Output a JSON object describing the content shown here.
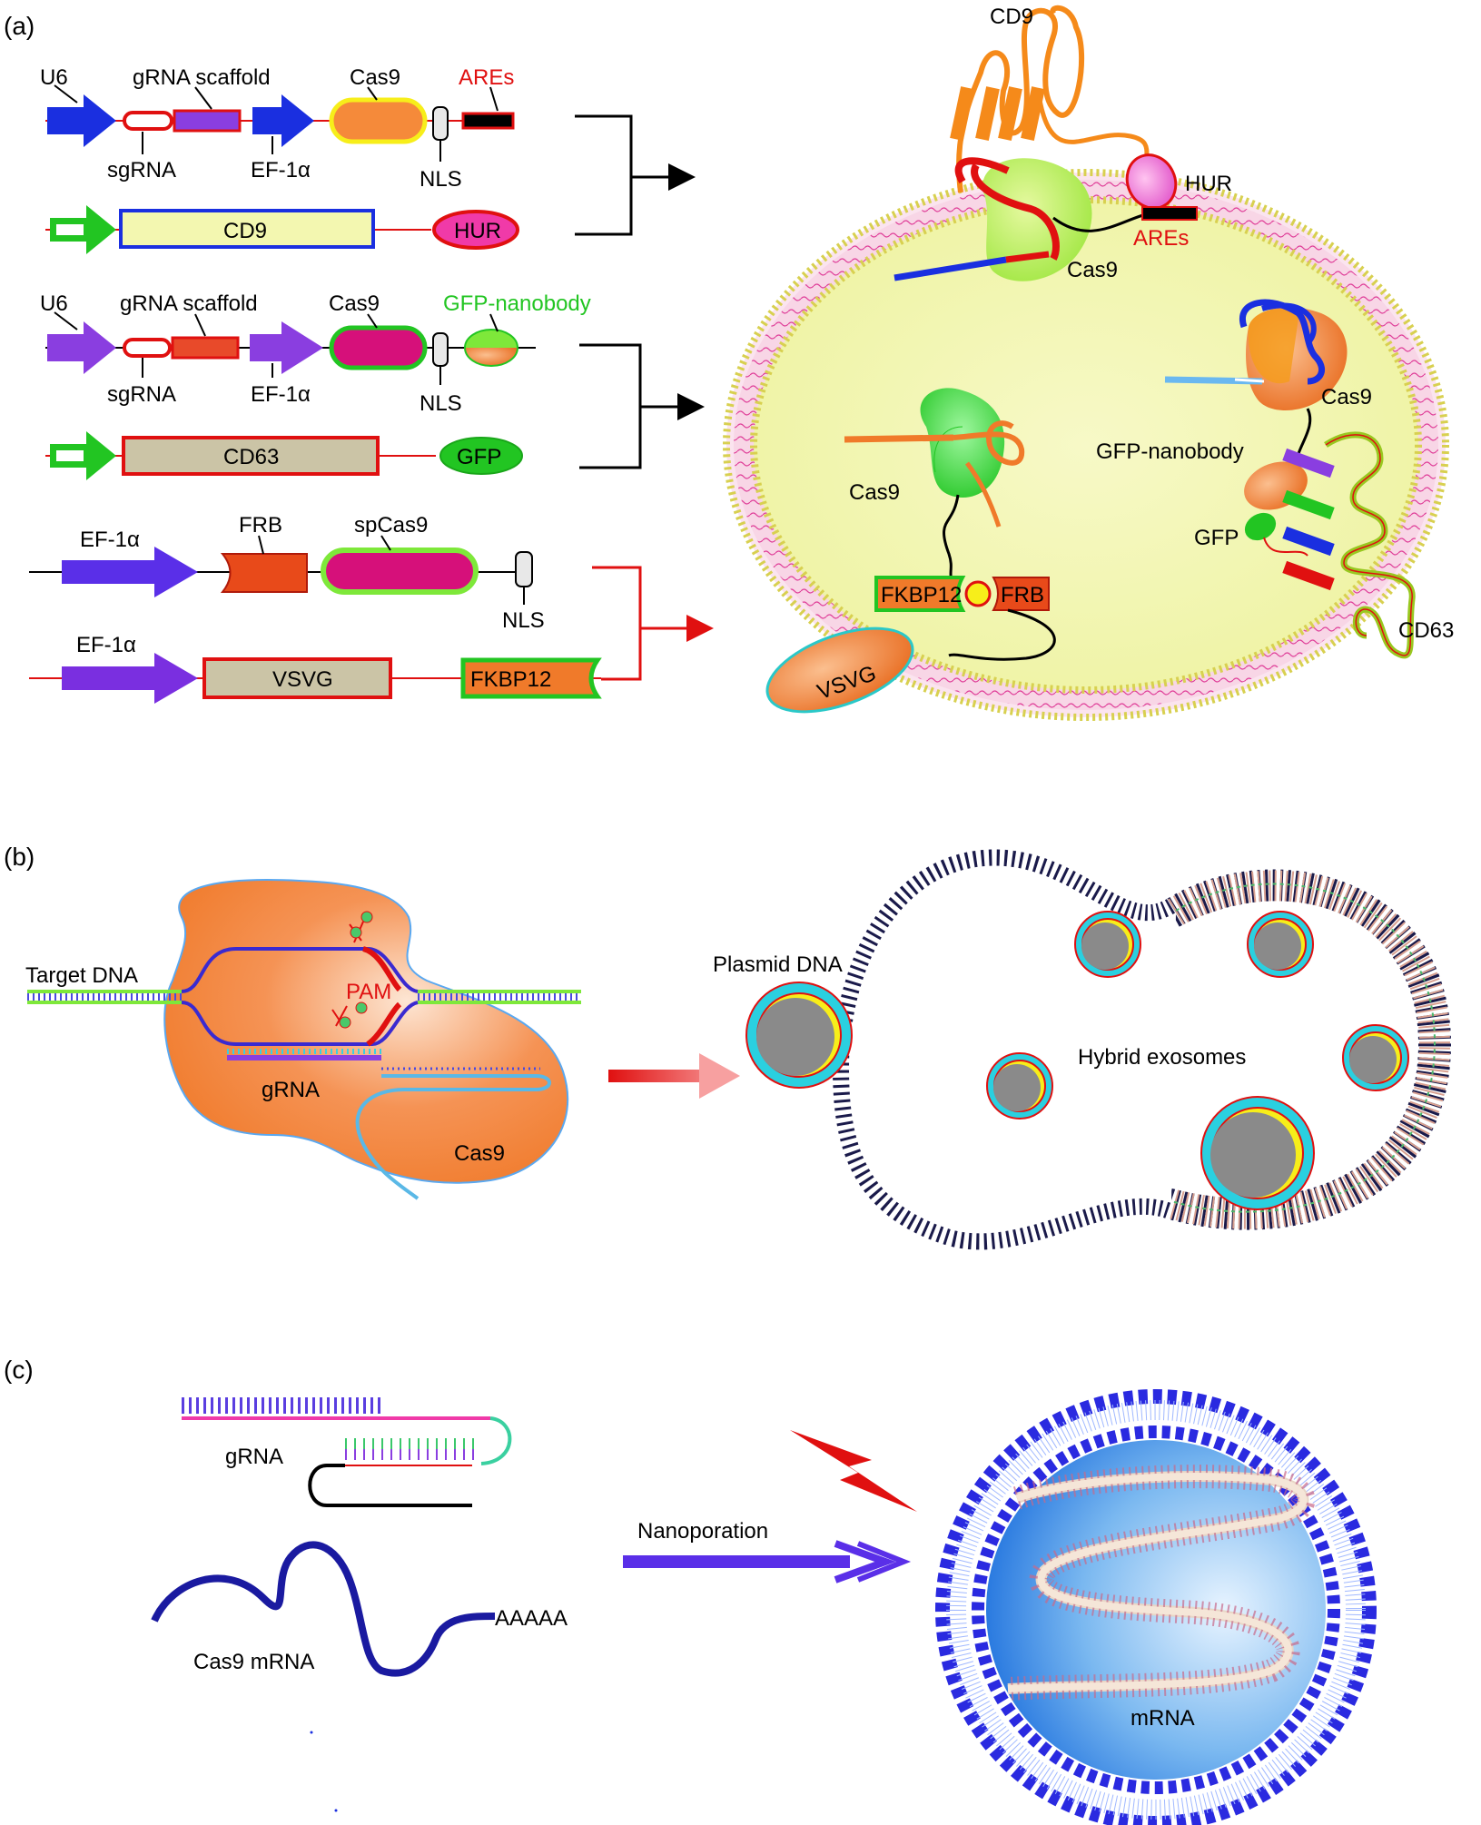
{
  "panel_a": {
    "label": "(a)",
    "row1": {
      "u6": "U6",
      "scaffold": "gRNA scaffold",
      "cas9": "Cas9",
      "ares": "AREs",
      "sgrna": "sgRNA",
      "ef1a": "EF-1α",
      "nls": "NLS"
    },
    "row2": {
      "cd9": "CD9",
      "hur": "HUR"
    },
    "row3": {
      "u6": "U6",
      "scaffold": "gRNA scaffold",
      "cas9": "Cas9",
      "nanobody": "GFP-nanobody",
      "sgrna": "sgRNA",
      "ef1a": "EF-1α",
      "nls": "NLS"
    },
    "row4": {
      "cd63": "CD63",
      "gfp": "GFP"
    },
    "row5": {
      "ef1a": "EF-1α",
      "frb": "FRB",
      "spcas9": "spCas9",
      "nls": "NLS"
    },
    "row6": {
      "ef1a": "EF-1α",
      "vsvg": "VSVG",
      "fkbp12": "FKBP12"
    },
    "cell": {
      "cd9": "CD9",
      "hur": "HUR",
      "ares": "AREs",
      "cas9_top": "Cas9",
      "cas9_right": "Cas9",
      "cas9_left": "Cas9",
      "nanobody": "GFP-nanobody",
      "gfp": "GFP",
      "fkbp12": "FKBP12",
      "frb": "FRB",
      "vsvg": "VSVG",
      "cd63": "CD63"
    }
  },
  "panel_b": {
    "label": "(b)",
    "target_dna": "Target DNA",
    "pam": "PAM",
    "grna": "gRNA",
    "cas9": "Cas9",
    "plasmid": "Plasmid DNA",
    "hybrid": "Hybrid exosomes"
  },
  "panel_c": {
    "label": "(c)",
    "grna": "gRNA",
    "cas9_mrna": "Cas9 mRNA",
    "polya": "AAAAA",
    "nanoporation": "Nanoporation",
    "mrna": "mRNA"
  },
  "colors": {
    "blue": "#1a2fe0",
    "purple": "#7a2fe0",
    "green": "#22c522",
    "orange": "#f07a2a",
    "magenta": "#d6107a",
    "yellow_fill": "#f3f7b0",
    "red": "#e01010",
    "navy": "#16164a",
    "cyan": "#1ec8e6"
  }
}
